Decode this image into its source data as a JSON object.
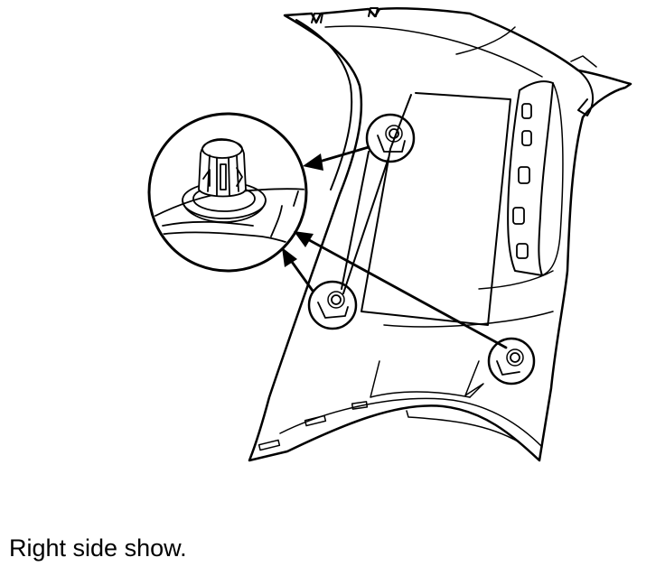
{
  "caption": {
    "text": "Right side show."
  },
  "colors": {
    "line": "#000000",
    "background": "#ffffff"
  },
  "figure": {
    "parts": [
      "trim-panel",
      "clip",
      "magnified-clip"
    ]
  }
}
